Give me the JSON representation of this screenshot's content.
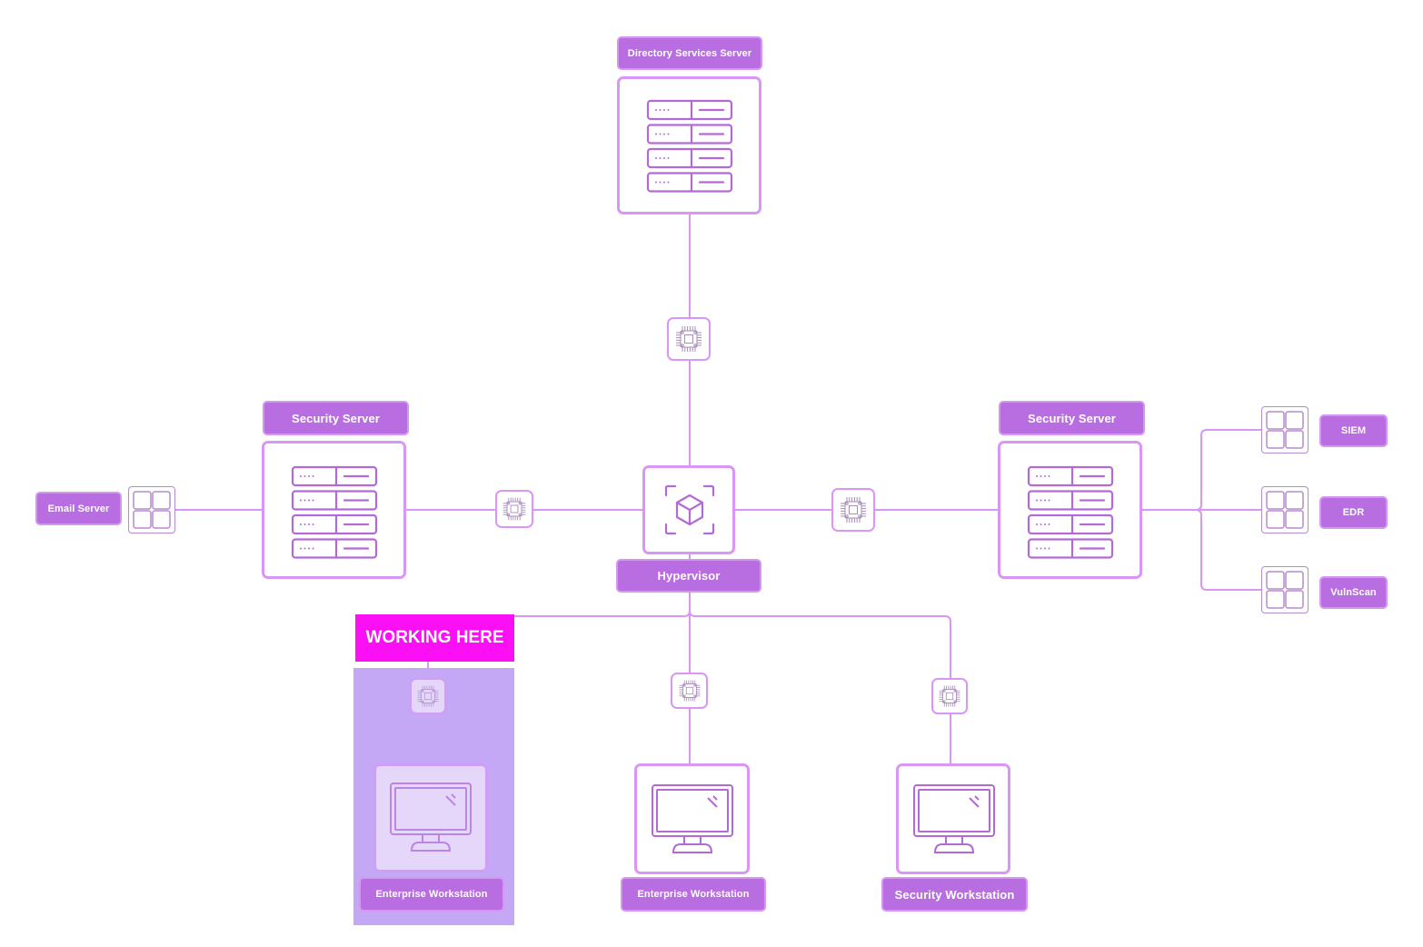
{
  "diagram": {
    "colors": {
      "label_fill": "#b86ee0",
      "line": "#d996f6",
      "icon_stroke": "#b46ad6",
      "highlight_fill": "#c4a8f6",
      "working_banner": "#fb10f5"
    },
    "nodes": {
      "directory_server": {
        "label": "Directory Services Server",
        "icon": "server-rack-icon"
      },
      "hypervisor": {
        "label": "Hypervisor",
        "icon": "cube-icon"
      },
      "security_server_left": {
        "label": "Security Server",
        "icon": "server-rack-icon"
      },
      "security_server_right": {
        "label": "Security Server",
        "icon": "server-rack-icon"
      },
      "email_server": {
        "label": "Email Server",
        "icon": "app-grid-icon"
      },
      "siem": {
        "label": "SIEM",
        "icon": "app-grid-icon"
      },
      "edr": {
        "label": "EDR",
        "icon": "app-grid-icon"
      },
      "vulnscan": {
        "label": "VulnScan",
        "icon": "app-grid-icon"
      },
      "enterprise_ws_1": {
        "label": "Enterprise Workstation",
        "icon": "monitor-icon",
        "highlighted": true
      },
      "enterprise_ws_2": {
        "label": "Enterprise Workstation",
        "icon": "monitor-icon"
      },
      "security_ws": {
        "label": "Security Workstation",
        "icon": "monitor-icon"
      }
    },
    "connectors": {
      "icon": "cpu-chip-icon",
      "count": 6
    },
    "annotation": {
      "text": "WORKING HERE",
      "target": "enterprise_ws_1"
    },
    "edges": [
      [
        "directory_server",
        "hypervisor"
      ],
      [
        "security_server_left",
        "hypervisor"
      ],
      [
        "hypervisor",
        "security_server_right"
      ],
      [
        "email_server",
        "security_server_left"
      ],
      [
        "security_server_right",
        "siem"
      ],
      [
        "security_server_right",
        "edr"
      ],
      [
        "security_server_right",
        "vulnscan"
      ],
      [
        "hypervisor",
        "enterprise_ws_1"
      ],
      [
        "hypervisor",
        "enterprise_ws_2"
      ],
      [
        "hypervisor",
        "security_ws"
      ]
    ]
  }
}
